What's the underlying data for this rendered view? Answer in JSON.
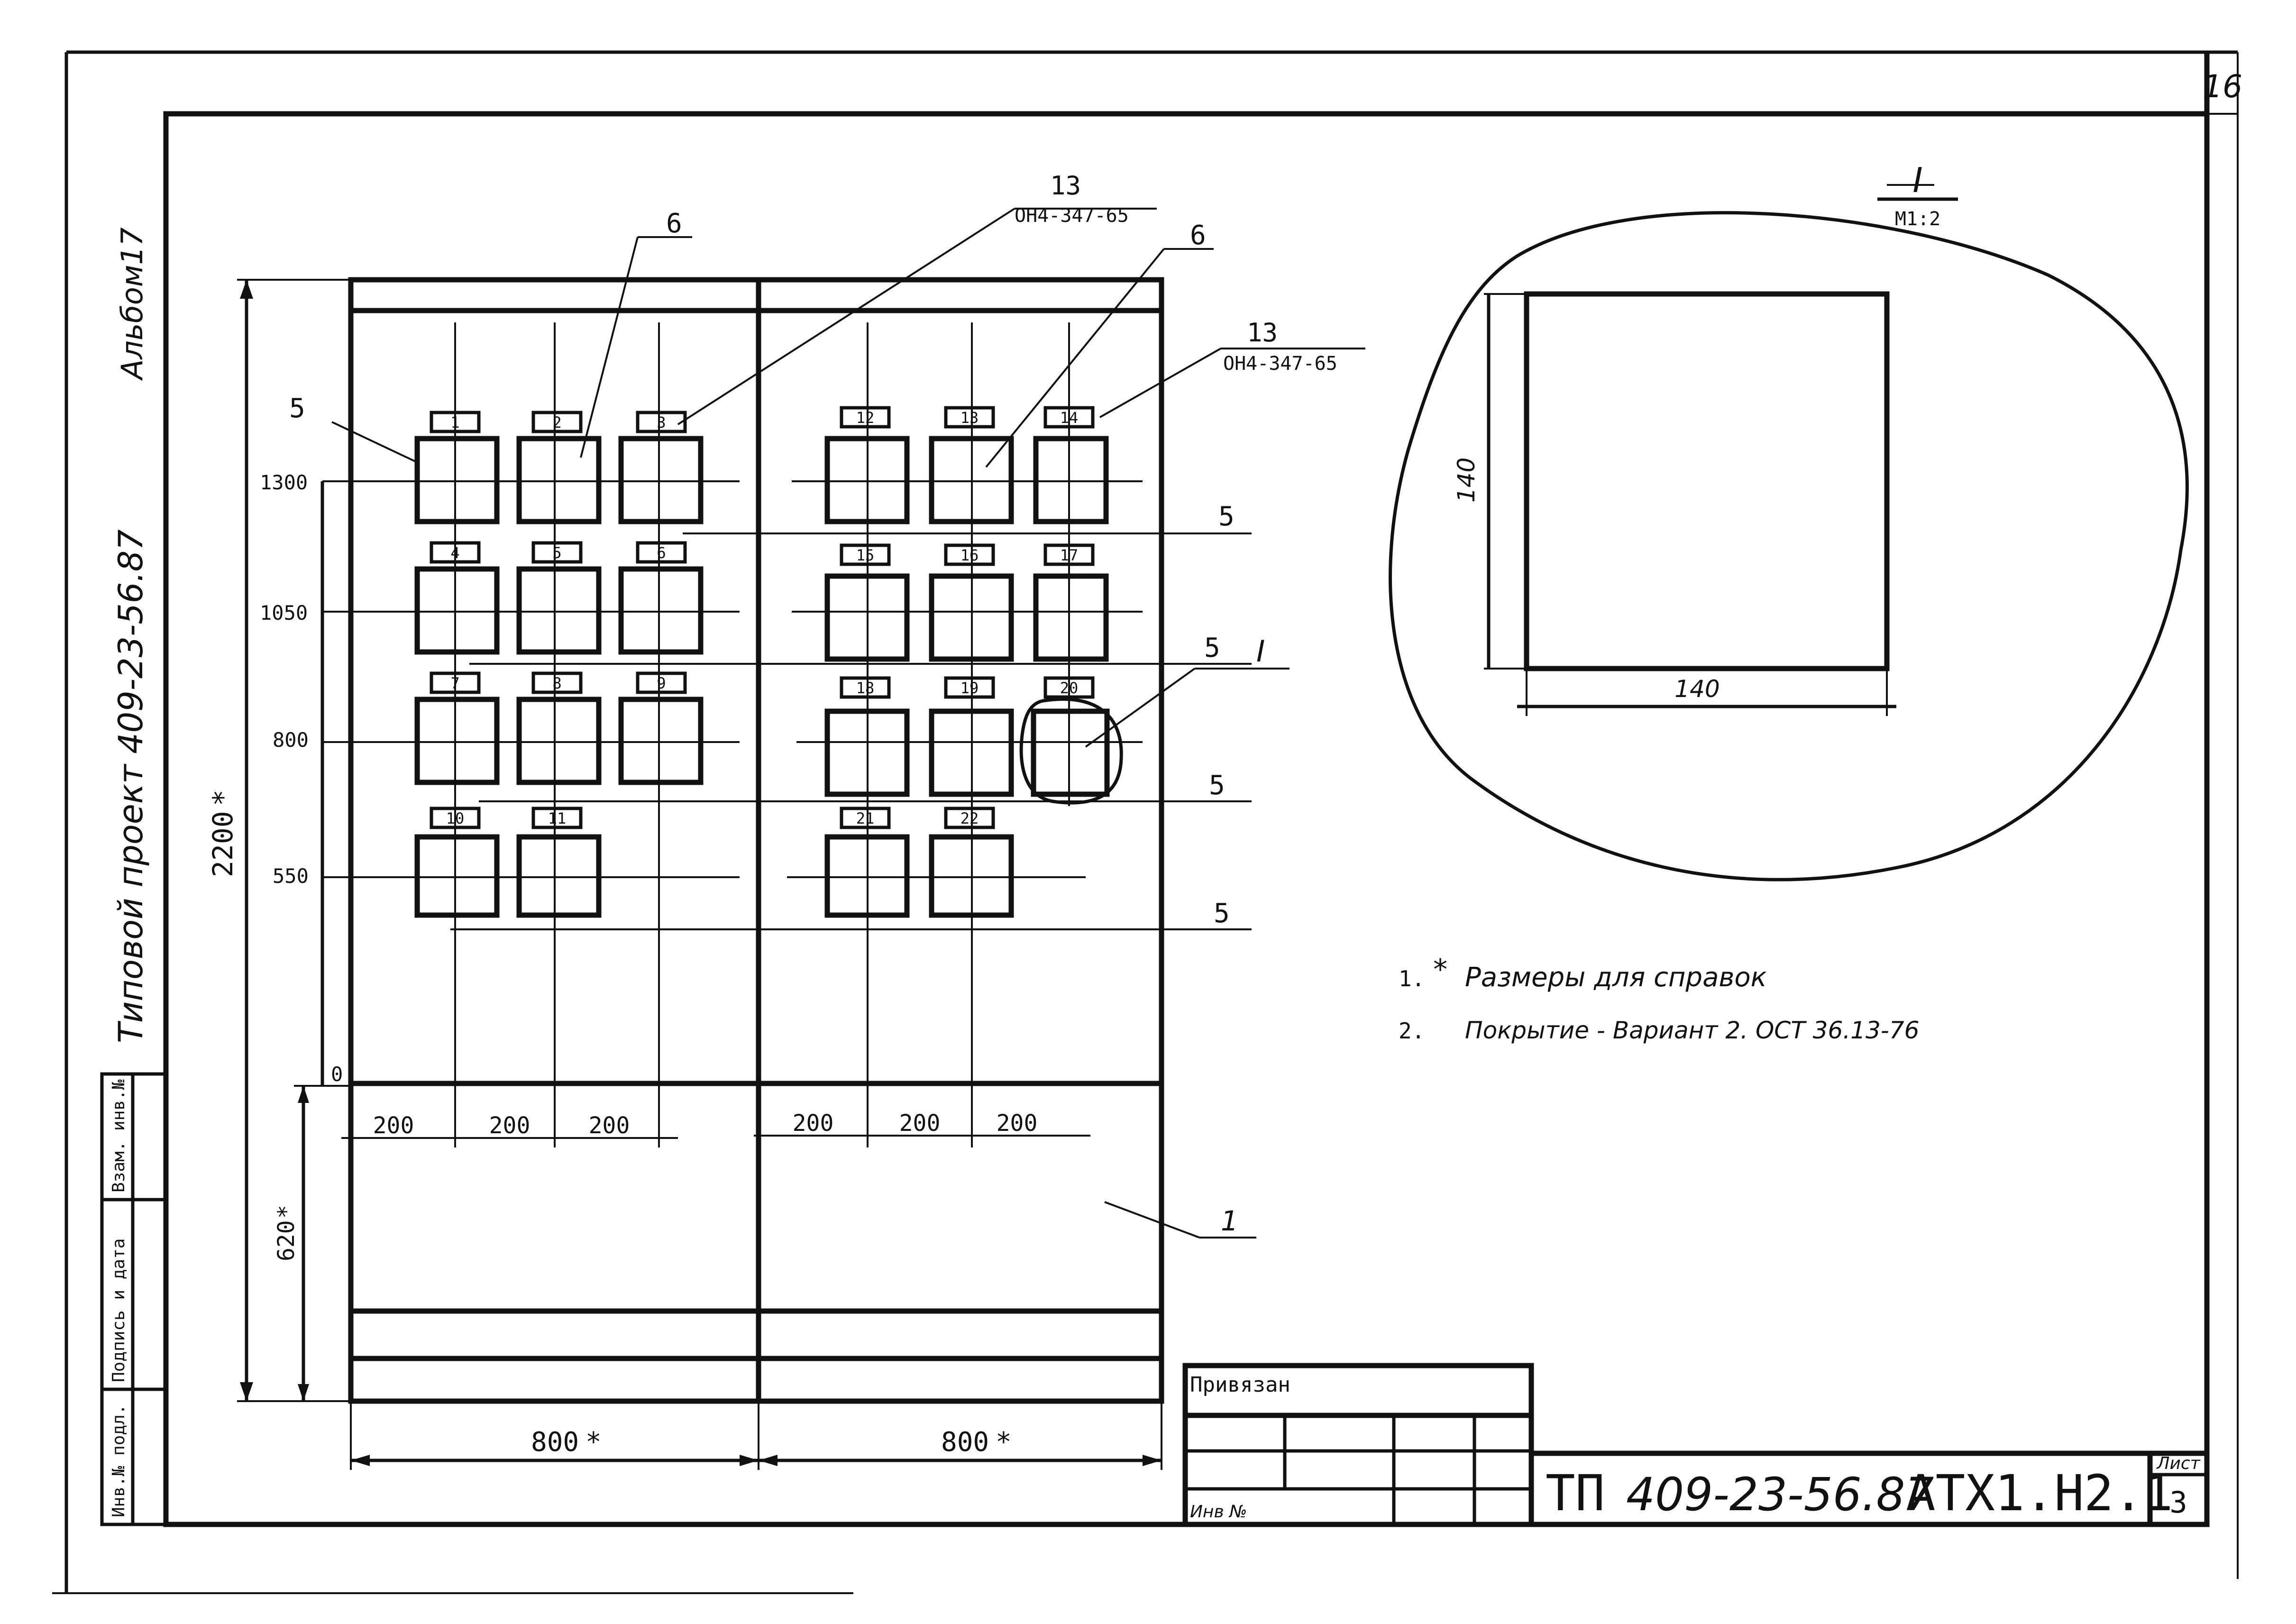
{
  "sheet": {
    "page_number": "16",
    "album": "Альбом17",
    "project": "Типовой проект 409-23-56.87",
    "stamp_fields": [
      "Инв.№ подл.",
      "Подпись и дата",
      "Взам. инв.№"
    ]
  },
  "panel": {
    "switch_labels": [
      "1",
      "2",
      "3",
      "4",
      "5",
      "6",
      "7",
      "8",
      "9",
      "10",
      "11",
      "12",
      "13",
      "14",
      "15",
      "16",
      "17",
      "18",
      "19",
      "20",
      "21",
      "22"
    ],
    "level_labels": [
      "1300",
      "1050",
      "800",
      "550",
      "0"
    ],
    "height_dim": "2200",
    "base_dim": "620",
    "width_dims": [
      "800",
      "800"
    ],
    "spacing_dims": [
      "200",
      "200",
      "200",
      "200",
      "200",
      "200"
    ],
    "star": "*"
  },
  "callouts": {
    "part_13": "13",
    "part_13_spec": "ОН4-347-65",
    "part_6": "6",
    "part_5": "5",
    "part_1": "1",
    "detail_ref": "I"
  },
  "detail": {
    "label": "I",
    "scale": "М1:2",
    "width_dim": "140",
    "height_dim": "140"
  },
  "notes": [
    {
      "num": "1.",
      "star": "*",
      "text": "Размеры для справок"
    },
    {
      "num": "2.",
      "star": "",
      "text": "Покрытие - Вариант 2. ОСТ 36.13-76"
    }
  ],
  "title_block": {
    "privyazan": "Привязан",
    "inv": "Инв №",
    "doc_code": "ТП 409-23-56.87 АТХ1.Н2.1",
    "doc_prefix": "ТП",
    "doc_number": "409-23-56.87",
    "doc_suffix": "АТХ1.Н2.1",
    "list_label": "Лист",
    "list_number": "3"
  }
}
